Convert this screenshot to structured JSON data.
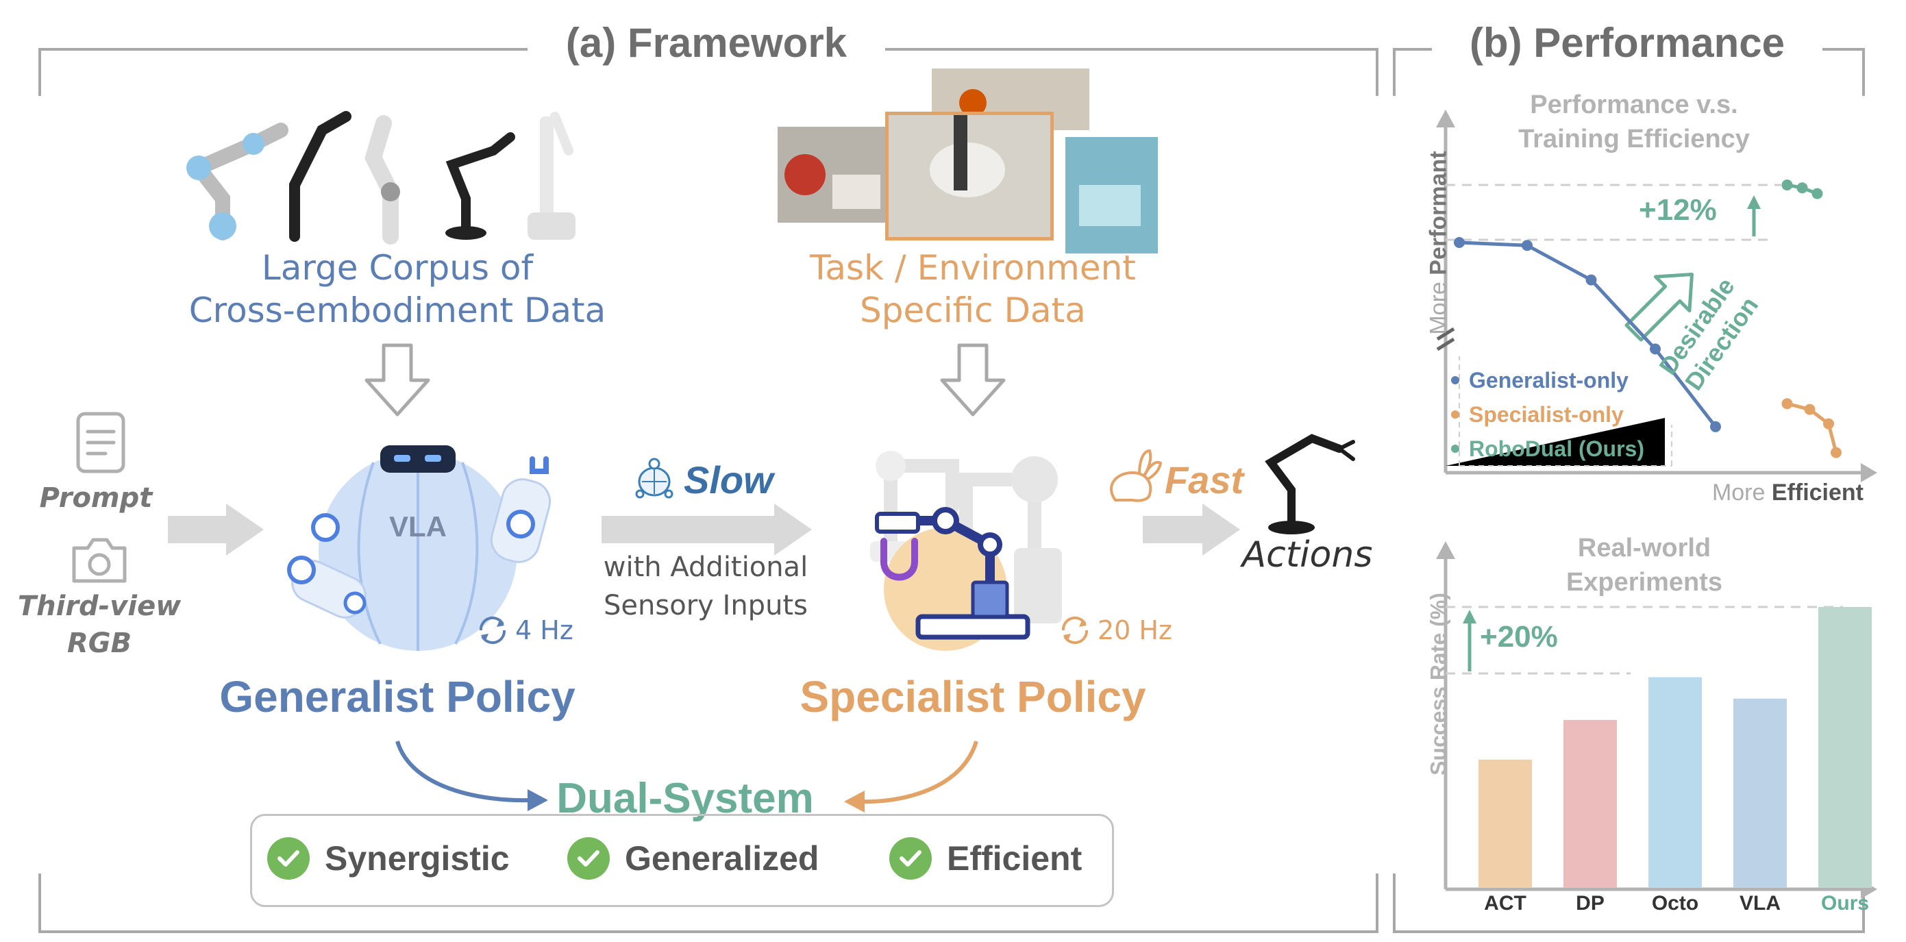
{
  "framework": {
    "title": "(a) Framework",
    "corpus": {
      "line1": "Large Corpus of",
      "line2": "Cross-embodiment Data"
    },
    "task": {
      "line1": "Task / Environment",
      "line2": "Specific Data"
    },
    "inputs": {
      "prompt": "Prompt",
      "rgb_line1": "Third-view",
      "rgb_line2": "RGB"
    },
    "vla_label": "VLA",
    "slow": "Slow",
    "fast": "Fast",
    "additional_line1": "with Additional",
    "additional_line2": "Sensory Inputs",
    "gen_freq": "4 Hz",
    "spec_freq": "20 Hz",
    "actions": "Actions",
    "generalist": "Generalist Policy",
    "specialist": "Specialist Policy",
    "dual_system": "Dual-System",
    "checks": [
      "Synergistic",
      "Generalized",
      "Efficient"
    ]
  },
  "performance": {
    "title": "(b) Performance",
    "chart1": {
      "title_line1": "Performance v.s.",
      "title_line2": "Training Efficiency",
      "ylabel_light": "More ",
      "ylabel_bold": "Performant",
      "xlabel_light": "More ",
      "xlabel_bold": "Efficient",
      "improvement": "+12%",
      "direction_line1": "Desirable",
      "direction_line2": "Direction",
      "legend": [
        {
          "label": "Generalist-only",
          "color": "#5b7eb5"
        },
        {
          "label": "Specialist-only",
          "color": "#e3a266"
        },
        {
          "label": "RoboDual (Ours)",
          "color": "#6aae98"
        }
      ]
    },
    "chart2": {
      "title_line1": "Real-world",
      "title_line2": "Experiments",
      "ylabel": "Success Rate (%)",
      "improvement": "+20%"
    }
  },
  "chart_data": [
    {
      "type": "line",
      "title": "Performance v.s. Training Efficiency",
      "xlabel": "More Efficient",
      "ylabel": "More Performant",
      "series": [
        {
          "name": "Generalist-only",
          "color": "#5b7eb5",
          "x": [
            0.0,
            0.18,
            0.35,
            0.52,
            0.68
          ],
          "y": [
            0.8,
            0.79,
            0.67,
            0.43,
            0.16
          ]
        },
        {
          "name": "Specialist-only",
          "color": "#e3a266",
          "x": [
            0.87,
            0.93,
            0.98,
            1.0
          ],
          "y": [
            0.24,
            0.22,
            0.17,
            0.07
          ]
        },
        {
          "name": "RoboDual (Ours)",
          "color": "#6aae98",
          "x": [
            0.87,
            0.91,
            0.95
          ],
          "y": [
            1.0,
            0.99,
            0.97
          ]
        }
      ]
    },
    {
      "type": "bar",
      "title": "Real-world Experiments",
      "ylabel": "Success Rate (%)",
      "categories": [
        "ACT",
        "DP",
        "Octo",
        "VLA",
        "Ours"
      ],
      "values": [
        42,
        55,
        69,
        62,
        92
      ],
      "colors": [
        "#f1cfa8",
        "#ecbcbc",
        "#b9d9ec",
        "#bcd2e6",
        "#bcd8ce"
      ],
      "label_colors": [
        "#333333",
        "#333333",
        "#333333",
        "#333333",
        "#5fae96"
      ]
    }
  ]
}
